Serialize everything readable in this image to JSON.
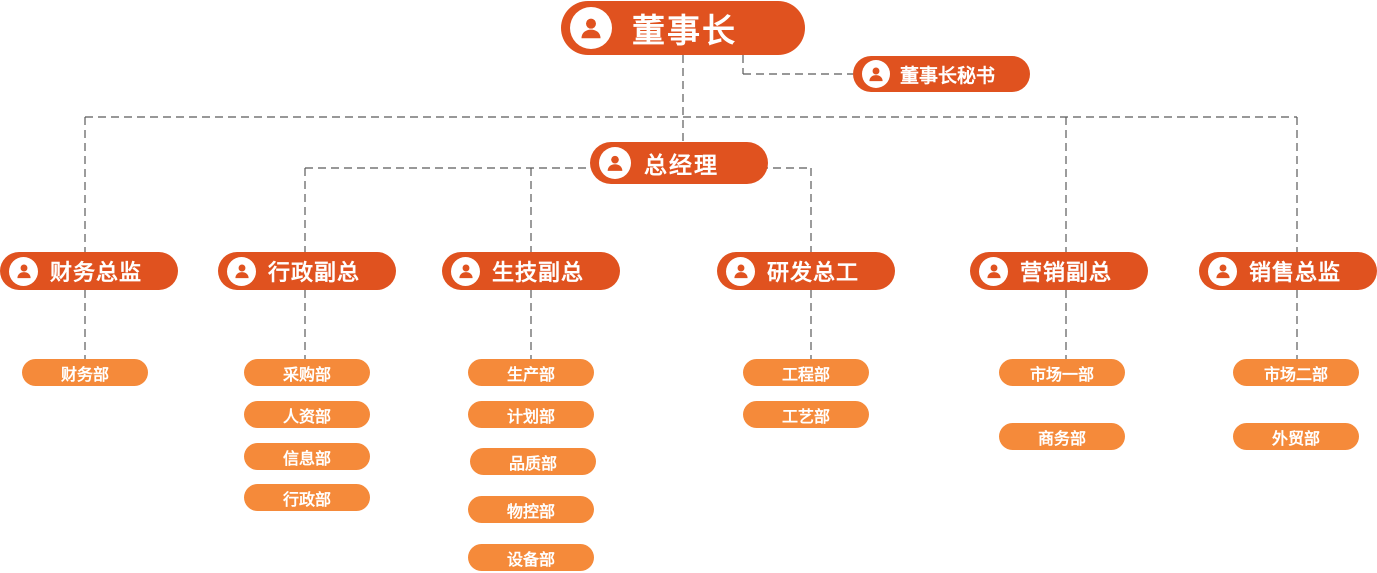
{
  "colors": {
    "node_fill": "#e0521f",
    "dept_fill": "#f58a3a",
    "connector": "#5a5a5a",
    "text": "#ffffff"
  },
  "icon": "user-avatar-icon",
  "chairman": {
    "label": "董事长"
  },
  "secretary": {
    "label": "董事长秘书"
  },
  "general_manager": {
    "label": "总经理"
  },
  "executives": [
    {
      "label": "财务总监",
      "departments": [
        "财务部"
      ]
    },
    {
      "label": "行政副总",
      "departments": [
        "采购部",
        "人资部",
        "信息部",
        "行政部"
      ]
    },
    {
      "label": "生技副总",
      "departments": [
        "生产部",
        "计划部",
        "品质部",
        "物控部",
        "设备部"
      ]
    },
    {
      "label": "研发总工",
      "departments": [
        "工程部",
        "工艺部"
      ]
    },
    {
      "label": "营销副总",
      "departments": [
        "市场一部",
        "商务部"
      ]
    },
    {
      "label": "销售总监",
      "departments": [
        "市场二部",
        "外贸部"
      ]
    }
  ]
}
